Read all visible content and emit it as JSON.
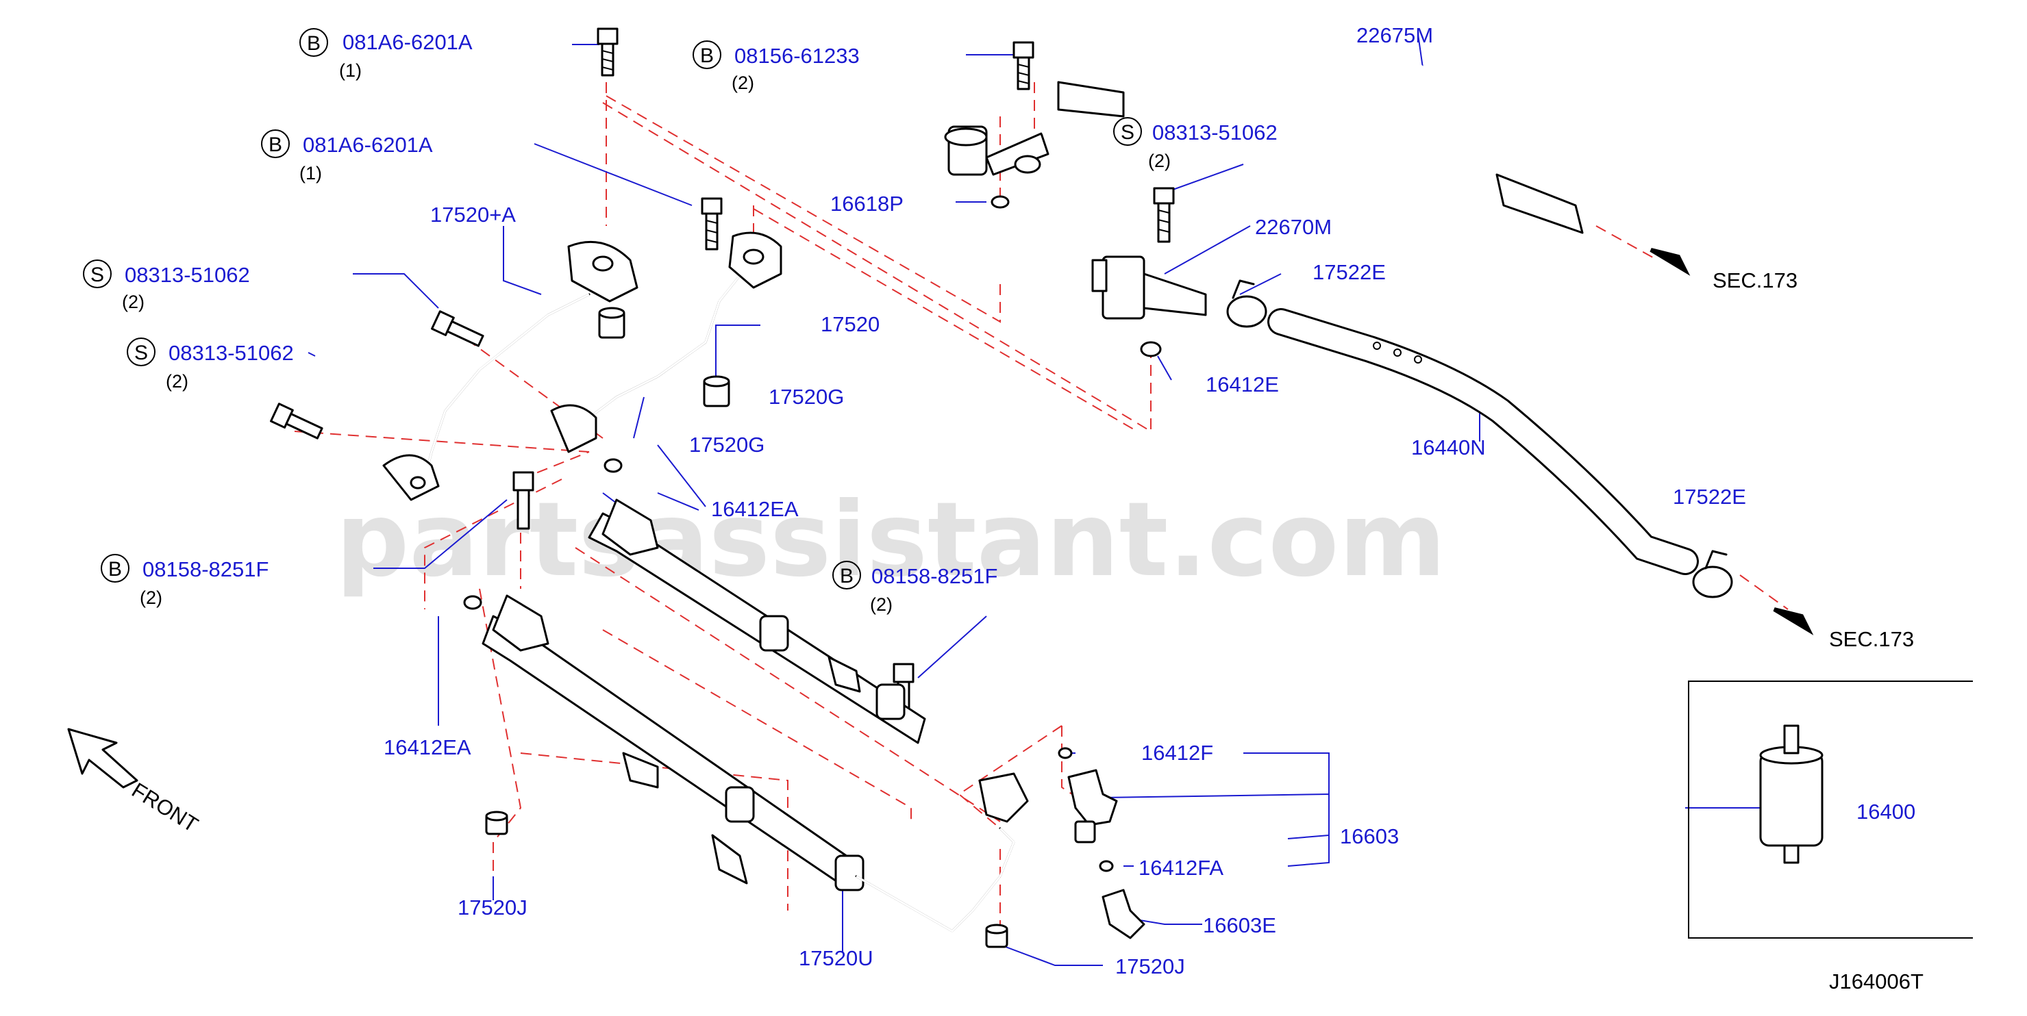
{
  "watermark": "partsassistant.com",
  "diagram_id": "J164006T",
  "front_label": "FRONT",
  "sec_labels": [
    "SEC.173",
    "SEC.173"
  ],
  "callouts": [
    {
      "letter": "B",
      "part": "081A6-6201A",
      "qty": "(1)"
    },
    {
      "letter": "B",
      "part": "08156-61233",
      "qty": "(2)"
    },
    {
      "letter": "B",
      "part": "081A6-6201A",
      "qty": "(1)"
    },
    {
      "letter": "S",
      "part": "08313-51062",
      "qty": "(2)"
    },
    {
      "letter": "S",
      "part": "08313-51062",
      "qty": "(2)"
    },
    {
      "letter": "S",
      "part": "08313-51062",
      "qty": "(2)"
    },
    {
      "letter": "B",
      "part": "08158-8251F",
      "qty": "(2)"
    },
    {
      "letter": "B",
      "part": "08158-8251F",
      "qty": "(2)"
    }
  ],
  "parts": {
    "p22675M": "22675M",
    "p16618P": "16618P",
    "p22670M": "22670M",
    "p17522E_a": "17522E",
    "p17520A": "17520+A",
    "p17520": "17520",
    "p17520G_a": "17520G",
    "p17520G_b": "17520G",
    "p16412E": "16412E",
    "p16440N": "16440N",
    "p16412EA_a": "16412EA",
    "p17522E_b": "17522E",
    "p16412EA_b": "16412EA",
    "p16412F": "16412F",
    "p16603": "16603",
    "p16412FA": "16412FA",
    "p16603E": "16603E",
    "p17520J_a": "17520J",
    "p17520J_b": "17520J",
    "p17520U": "17520U",
    "p16400": "16400"
  },
  "colors": {
    "label": "#1a1ad0",
    "dashed_line": "#e03030",
    "line_art": "#000000"
  }
}
